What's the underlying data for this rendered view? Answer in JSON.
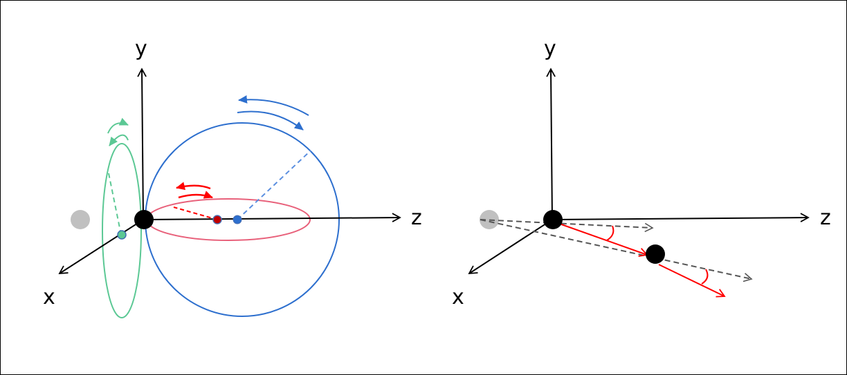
{
  "left_panel": {
    "axis_labels": {
      "x": "x",
      "y": "y",
      "z": "z"
    },
    "colors": {
      "axes": "#000000",
      "green_ring": "#5bc894",
      "blue_sphere": "#2d6fce",
      "red_ellipse": "#e8607a",
      "red_arrows": "#ff0000",
      "ghost": "#c0c0c0"
    },
    "elements": [
      "origin-atom",
      "ghost-atom",
      "green-rotation-ring",
      "blue-sphere",
      "red-ellipse",
      "red-point",
      "blue-point",
      "green-point"
    ]
  },
  "right_panel": {
    "axis_labels": {
      "x": "x",
      "y": "y",
      "z": "z"
    },
    "colors": {
      "axes": "#000000",
      "vectors": "#ff0000",
      "dashed": "#555555",
      "ghost": "#c0c0c0"
    },
    "elements": [
      "origin-atom",
      "ghost-atom",
      "second-atom",
      "red-vector-1",
      "red-vector-2",
      "dashed-reference-1",
      "dashed-reference-2",
      "angle-arc-1",
      "angle-arc-2"
    ]
  }
}
